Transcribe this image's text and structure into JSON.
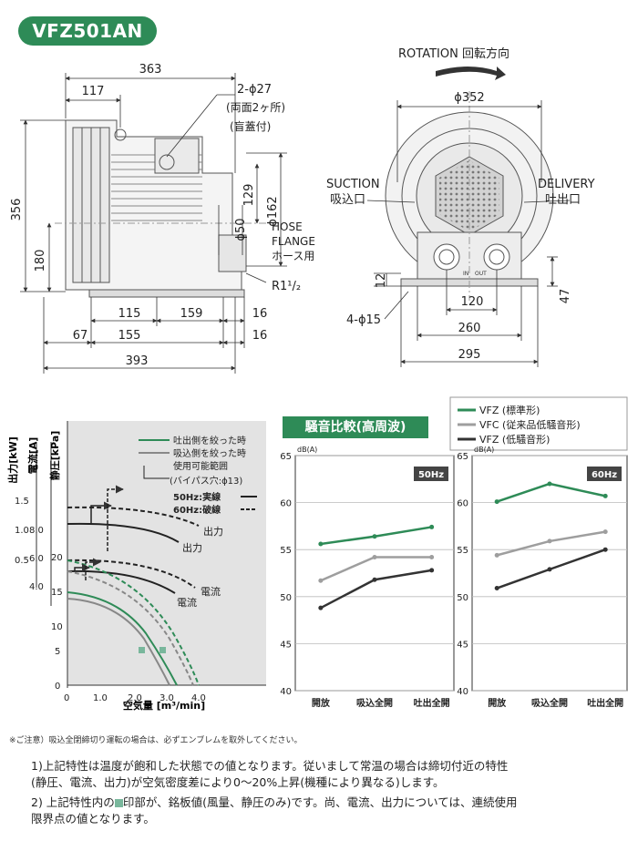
{
  "model": "VFZ501AN",
  "drawing": {
    "rotation_label": "ROTATION 回転方向",
    "dims": {
      "d363": "363",
      "d117": "117",
      "port_spec": "2-ϕ27",
      "port_note1": "(両面2ヶ所)",
      "port_note2": "(盲蓋付)",
      "d356": "356",
      "d180": "180",
      "d129": "129",
      "d162": "ϕ162",
      "d50": "ϕ50",
      "hose1": "HOSE",
      "hose2": "FLANGE",
      "hose3": "ホース用",
      "r1": "R1¹/₂",
      "d115": "115",
      "d159": "159",
      "d16a": "16",
      "d67": "67",
      "d155": "155",
      "d16b": "16",
      "d393": "393",
      "d352": "ϕ352",
      "suction_en": "SUCTION",
      "suction_jp": "吸込口",
      "delivery_en": "DELIVERY",
      "delivery_jp": "吐出口",
      "d12": "12",
      "d47": "47",
      "d120": "120",
      "d260": "260",
      "d295": "295",
      "holes": "4-ϕ15",
      "in": "IN",
      "out": "OUT"
    }
  },
  "perf_chart": {
    "axis_labels": {
      "power": "出力[kW]",
      "current": "電流[A]",
      "pressure": "静圧[kPa]",
      "flow": "空気量 [m³/min]"
    },
    "legend": {
      "green": "吐出側を絞った時",
      "gray": "吸込側を絞った時",
      "range1": "使用可能範囲",
      "range2": "(バイパス穴:ϕ13)",
      "hz50": "50Hz:実線",
      "hz60": "60Hz:破線"
    },
    "curve_labels": {
      "output_dashed": "出力",
      "output_solid": "出力",
      "current_dashed": "電流",
      "current_solid": "電流"
    },
    "power_ticks": [
      "0.5",
      "1.0",
      "1.5"
    ],
    "current_ticks": [
      "4.0",
      "6.0",
      "8.0"
    ],
    "pressure_ticks": [
      "0",
      "5",
      "10",
      "15",
      "20"
    ],
    "flow_ticks": [
      "0",
      "1.0",
      "2.0",
      "3.0",
      "4.0"
    ]
  },
  "chart_data": {
    "type": "line",
    "title": "騒音比較(高周波)",
    "unit": "dB(A)",
    "categories": [
      "開放",
      "吸込全開",
      "吐出全開"
    ],
    "ylim": [
      40,
      65
    ],
    "yticks": [
      "40",
      "45",
      "50",
      "55",
      "60",
      "65"
    ],
    "legend": [
      "VFZ (標準形)",
      "VFC (従来品低騒音形)",
      "VFZ (低騒音形)"
    ],
    "colors": [
      "#2e8b57",
      "#9e9e9e",
      "#333333"
    ],
    "panels": [
      {
        "label": "50Hz",
        "series": [
          {
            "name": "VFZ (標準形)",
            "values": [
              55.6,
              56.4,
              57.4
            ]
          },
          {
            "name": "VFC (従来品低騒音形)",
            "values": [
              51.7,
              54.2,
              54.2
            ]
          },
          {
            "name": "VFZ (低騒音形)",
            "values": [
              48.8,
              51.8,
              52.8
            ]
          }
        ]
      },
      {
        "label": "60Hz",
        "series": [
          {
            "name": "VFZ (標準形)",
            "values": [
              60.1,
              62.0,
              60.7
            ]
          },
          {
            "name": "VFC (従来品低騒音形)",
            "values": [
              54.4,
              55.9,
              56.9
            ]
          },
          {
            "name": "VFZ (低騒音形)",
            "values": [
              50.9,
              52.9,
              55.0
            ]
          }
        ]
      }
    ]
  },
  "notes": {
    "caution": "※ご注意）吸込全閉締切り運転の場合は、必ずエンブレムを取外してください。",
    "note1a": "1)上記特性は温度が飽和した状態での値となります。従いまして常温の場合は締切付近の特性",
    "note1b": "(静圧、電流、出力)が空気密度差により0〜20%上昇(機種により異なる)します。",
    "note2a_pre": "2) 上記特性内の",
    "note2a_post": "印部が、銘板値(風量、静圧のみ)です。尚、電流、出力については、連続使用",
    "note2b": "限界点の値となります。"
  }
}
